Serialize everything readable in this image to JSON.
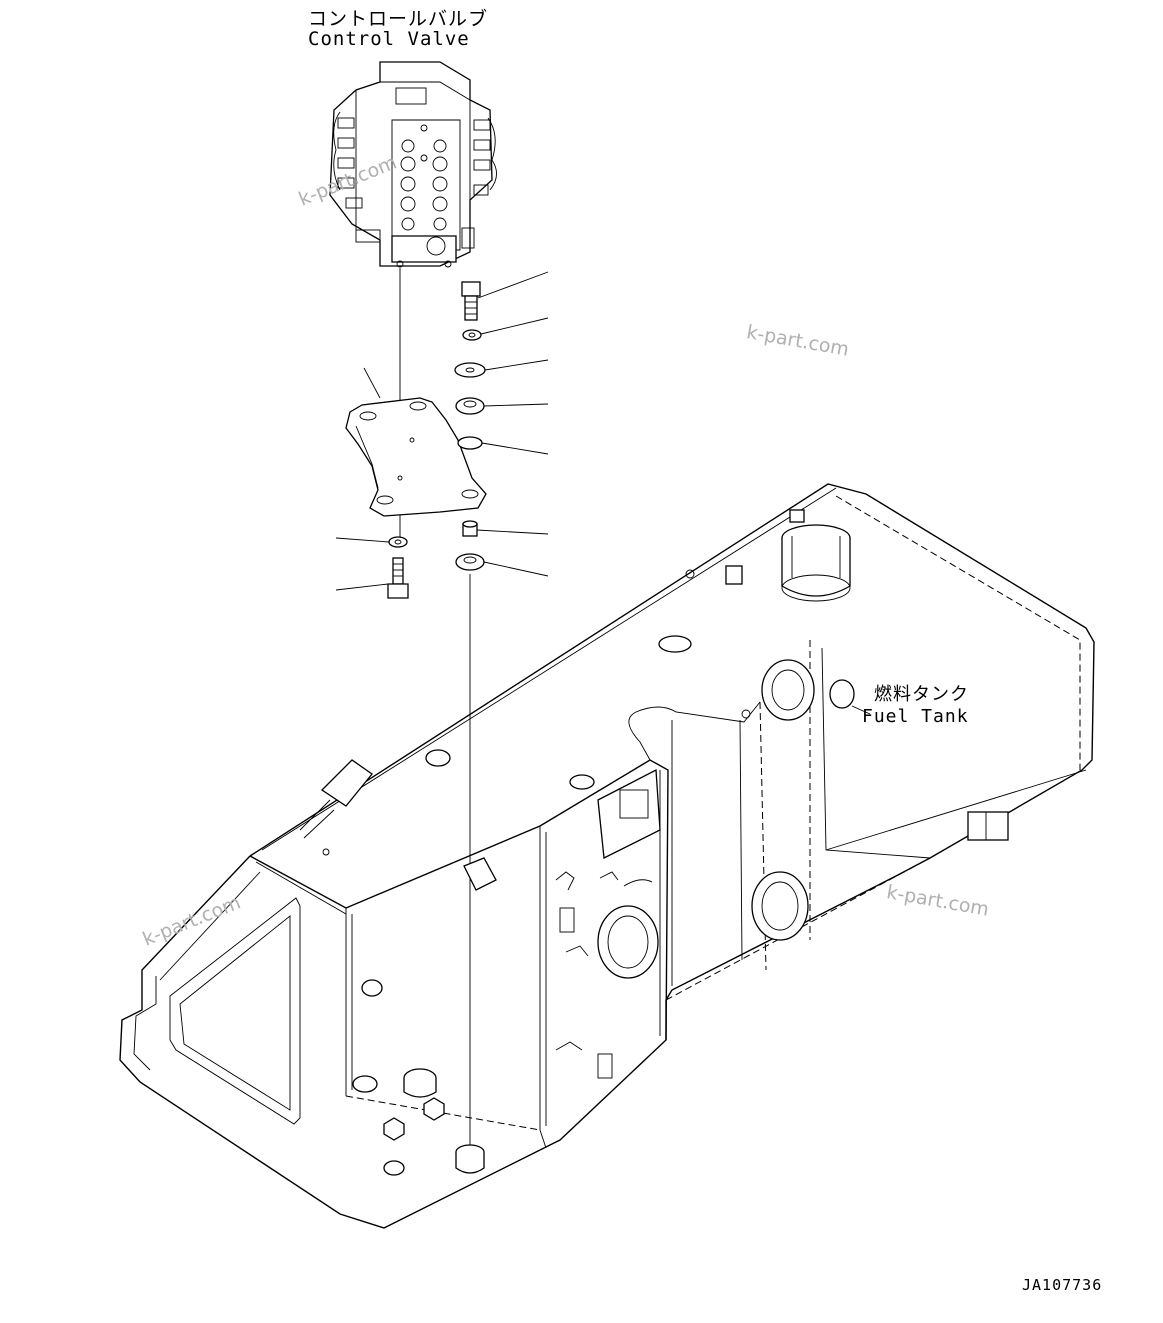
{
  "labels": {
    "control_valve_jp": "コントロールバルブ",
    "control_valve_en": "Control Valve",
    "fuel_tank_jp": "燃料タンク",
    "fuel_tank_en": "Fuel Tank",
    "drawing_number": "JA107736"
  },
  "watermark": "k-part.com",
  "colors": {
    "line": "#000000",
    "watermark": "#b0b0b0",
    "background": "#ffffff"
  }
}
